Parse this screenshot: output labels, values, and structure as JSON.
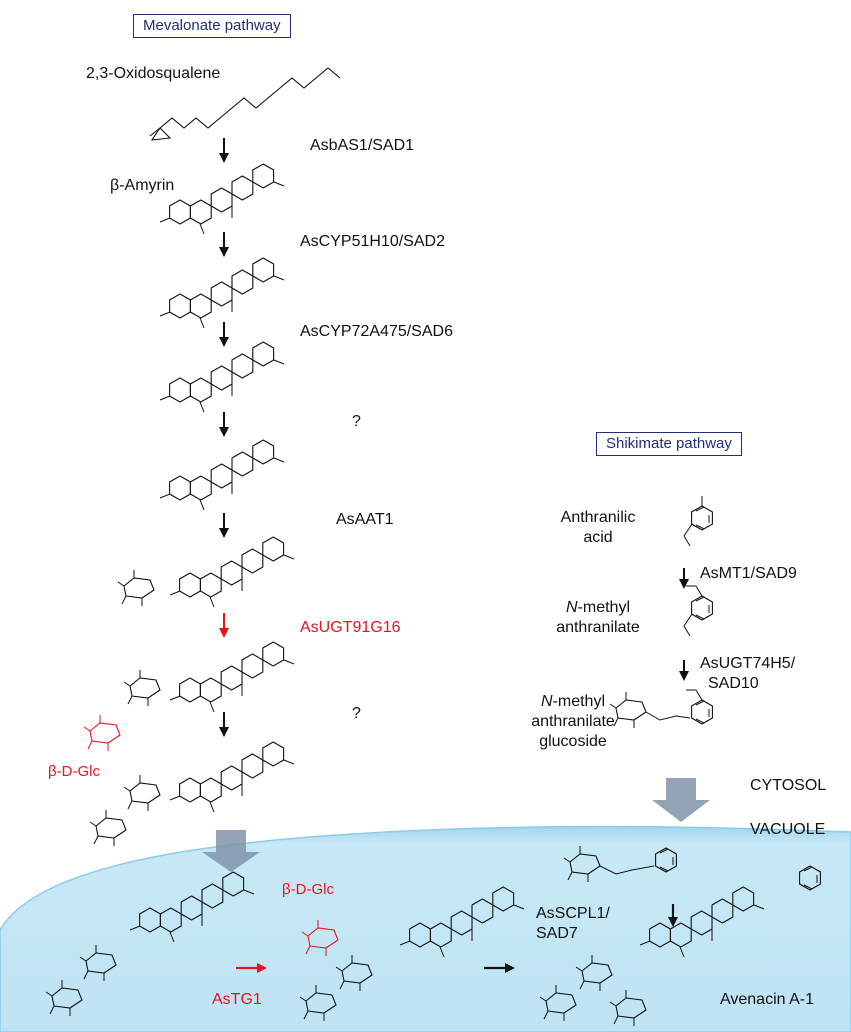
{
  "pathways": {
    "mevalonate": "Mevalonate pathway",
    "shikimate": "Shikimate pathway"
  },
  "compartments": {
    "cytosol": "CYTOSOL",
    "vacuole": "VACUOLE"
  },
  "left_pathway": {
    "start_compound": "2,3-Oxidosqualene",
    "beta_amyrin": "β-Amyrin",
    "steps": [
      {
        "enzyme": "AsbAS1/SAD1",
        "highlight": false
      },
      {
        "enzyme": "AsCYP51H10/SAD2",
        "highlight": false
      },
      {
        "enzyme": "AsCYP72A475/SAD6",
        "highlight": false
      },
      {
        "enzyme": "?",
        "highlight": false
      },
      {
        "enzyme": "AsAAT1",
        "highlight": false
      },
      {
        "enzyme": "AsUGT91G16",
        "highlight": true
      },
      {
        "enzyme": "?",
        "highlight": false
      }
    ],
    "glc_label": "β-D-Glc"
  },
  "right_pathway": {
    "compounds": [
      {
        "line1": "Anthranilic",
        "line2": "acid"
      },
      {
        "prefix": "N",
        "line1_rest": "-methyl",
        "line2": "anthranilate"
      },
      {
        "prefix": "N",
        "line1_rest": "-methyl",
        "line2": "anthranilate",
        "line3": "glucoside"
      }
    ],
    "enzymes": [
      {
        "line1": "AsMT1/SAD9"
      },
      {
        "line1": "AsUGT74H5/",
        "line2": "SAD10"
      }
    ]
  },
  "vacuole_steps": {
    "transglucosidase": "AsTG1",
    "glc_label": "β-D-Glc",
    "scpl_line1": "AsSCPL1/",
    "scpl_line2": "SAD7",
    "product": "Avenacin A-1"
  },
  "colors": {
    "highlight": "#e8141c",
    "pathway_box": "#1f2f7a",
    "vacuole": "#bfe3f3",
    "transport_arrow": "#7f93a8"
  },
  "icons": {
    "step_arrow": "down-arrow",
    "transport": "block-down-arrow"
  }
}
